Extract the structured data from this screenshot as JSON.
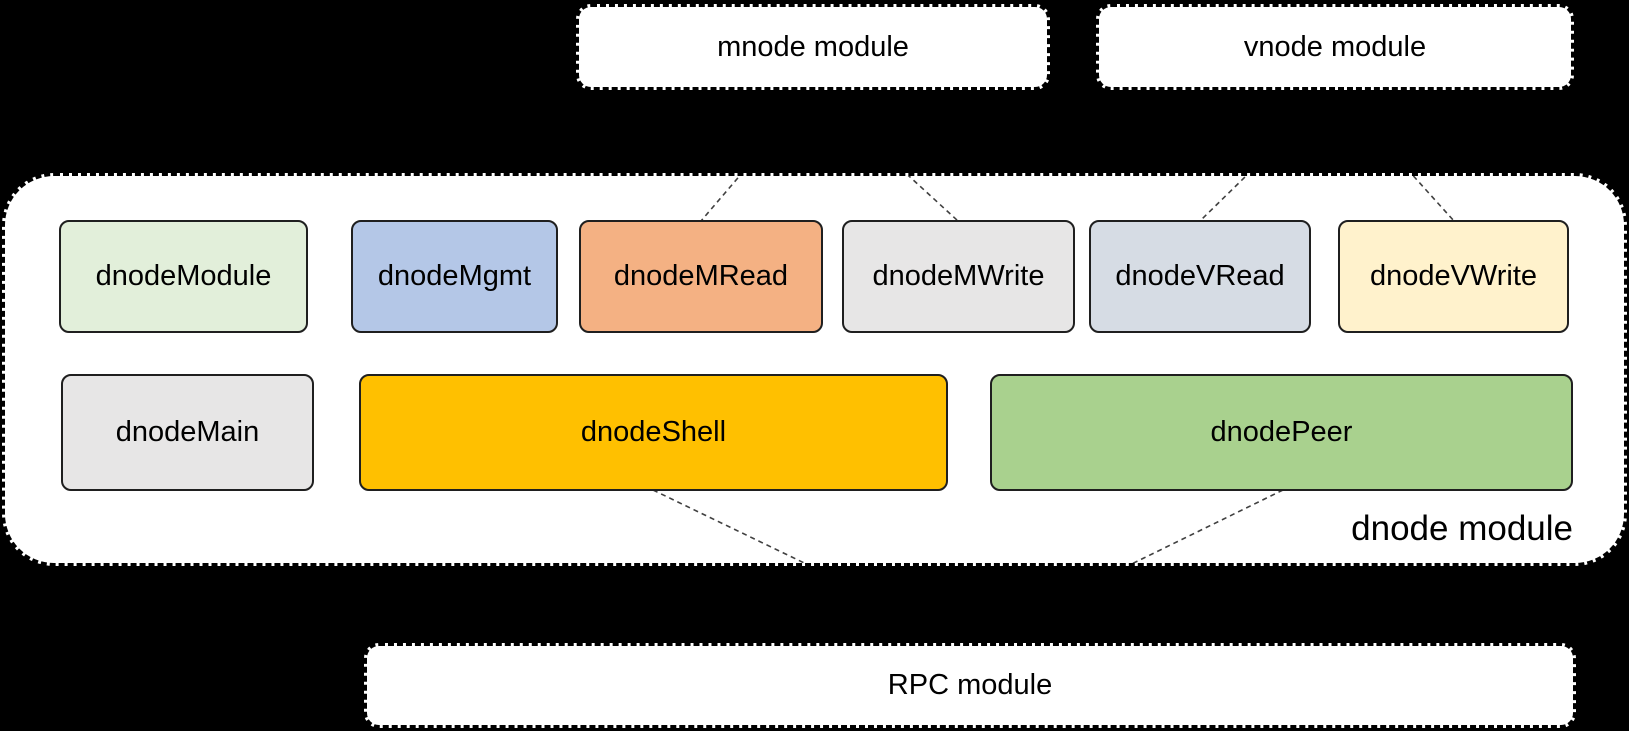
{
  "diagram": {
    "top_modules": [
      {
        "id": "mnode",
        "label": "mnode module"
      },
      {
        "id": "vnode",
        "label": "vnode module"
      }
    ],
    "container": {
      "label": "dnode module",
      "fill": "#ffffff"
    },
    "row1": [
      {
        "id": "dnodeModule",
        "label": "dnodeModule",
        "fill": "#E2EFDA"
      },
      {
        "id": "dnodeMgmt",
        "label": "dnodeMgmt",
        "fill": "#B4C7E7"
      },
      {
        "id": "dnodeMRead",
        "label": "dnodeMRead",
        "fill": "#F4B183"
      },
      {
        "id": "dnodeMWrite",
        "label": "dnodeMWrite",
        "fill": "#E7E6E6"
      },
      {
        "id": "dnodeVRead",
        "label": "dnodeVRead",
        "fill": "#D6DCE4"
      },
      {
        "id": "dnodeVWrite",
        "label": "dnodeVWrite",
        "fill": "#FFF2CC"
      }
    ],
    "row2": [
      {
        "id": "dnodeMain",
        "label": "dnodeMain",
        "fill": "#E7E6E6"
      },
      {
        "id": "dnodeShell",
        "label": "dnodeShell",
        "fill": "#FFC000"
      },
      {
        "id": "dnodePeer",
        "label": "dnodePeer",
        "fill": "#A9D18E"
      }
    ],
    "bottom_module": {
      "id": "rpc",
      "label": "RPC module"
    },
    "connections": [
      {
        "from": "mnode module",
        "to": "dnodeMRead"
      },
      {
        "from": "mnode module",
        "to": "dnodeMWrite"
      },
      {
        "from": "vnode module",
        "to": "dnodeVRead"
      },
      {
        "from": "vnode module",
        "to": "dnodeVWrite"
      },
      {
        "from": "dnodeShell",
        "to": "RPC module"
      },
      {
        "from": "dnodePeer",
        "to": "RPC module"
      }
    ],
    "connector_color": "#404040",
    "background_color": "#000000"
  }
}
